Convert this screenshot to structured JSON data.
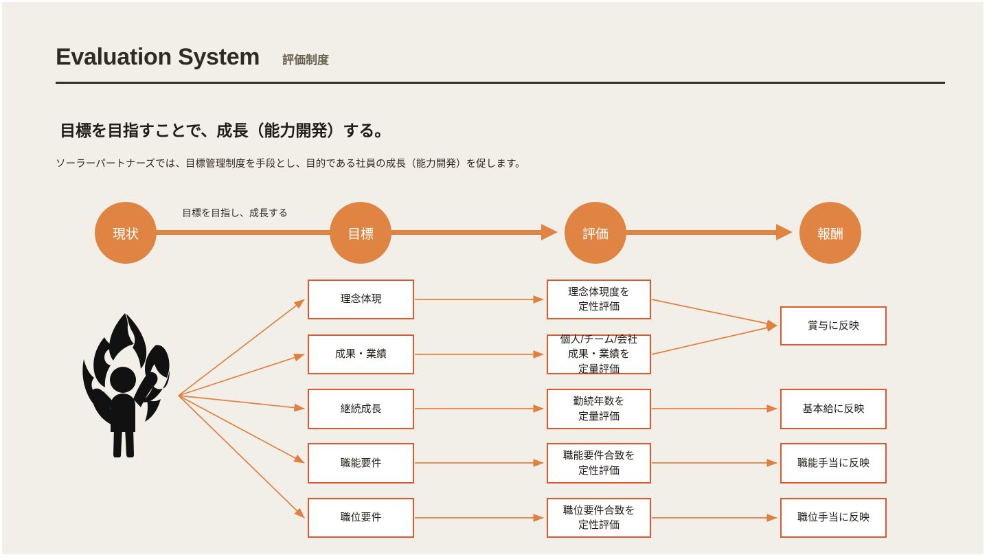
{
  "slide": {
    "background_color": "#f2efe8",
    "accent_color": "#df8443",
    "box_border_color": "#e2562b",
    "title": "Evaluation System",
    "subtitle": "評価制度",
    "lead_heading": "目標を目指すことで、成長（能力開発）する。",
    "lead_body": "ソーラーパートナーズでは、目標管理制度を手段とし、目的である社員の成長（能力開発）を促します。"
  },
  "flow": {
    "caption": "目標を目指し、成長する",
    "nodes": [
      {
        "label": "現状"
      },
      {
        "label": "目標"
      },
      {
        "label": "評価"
      },
      {
        "label": "報酬"
      }
    ]
  },
  "icon": {
    "name": "growth-flame-person-icon",
    "color": "#111111"
  },
  "columns": {
    "criteria": [
      {
        "label": "理念体現"
      },
      {
        "label": "成果・業績"
      },
      {
        "label": "継続成長"
      },
      {
        "label": "職能要件"
      },
      {
        "label": "職位要件"
      }
    ],
    "methods": [
      {
        "line1": "理念体現度を",
        "line2": "定性評価",
        "line3": ""
      },
      {
        "line1": "個人/チーム/会社",
        "line2": "成果・業績を",
        "line3": "定量評価"
      },
      {
        "line1": "勤続年数を",
        "line2": "定量評価",
        "line3": ""
      },
      {
        "line1": "職能要件合致を",
        "line2": "定性評価",
        "line3": ""
      },
      {
        "line1": "職位要件合致を",
        "line2": "定性評価",
        "line3": ""
      }
    ],
    "rewards": [
      {
        "label": "賞与に反映"
      },
      {
        "label": "基本給に反映"
      },
      {
        "label": "職能手当に反映"
      },
      {
        "label": "職位手当に反映"
      }
    ]
  }
}
